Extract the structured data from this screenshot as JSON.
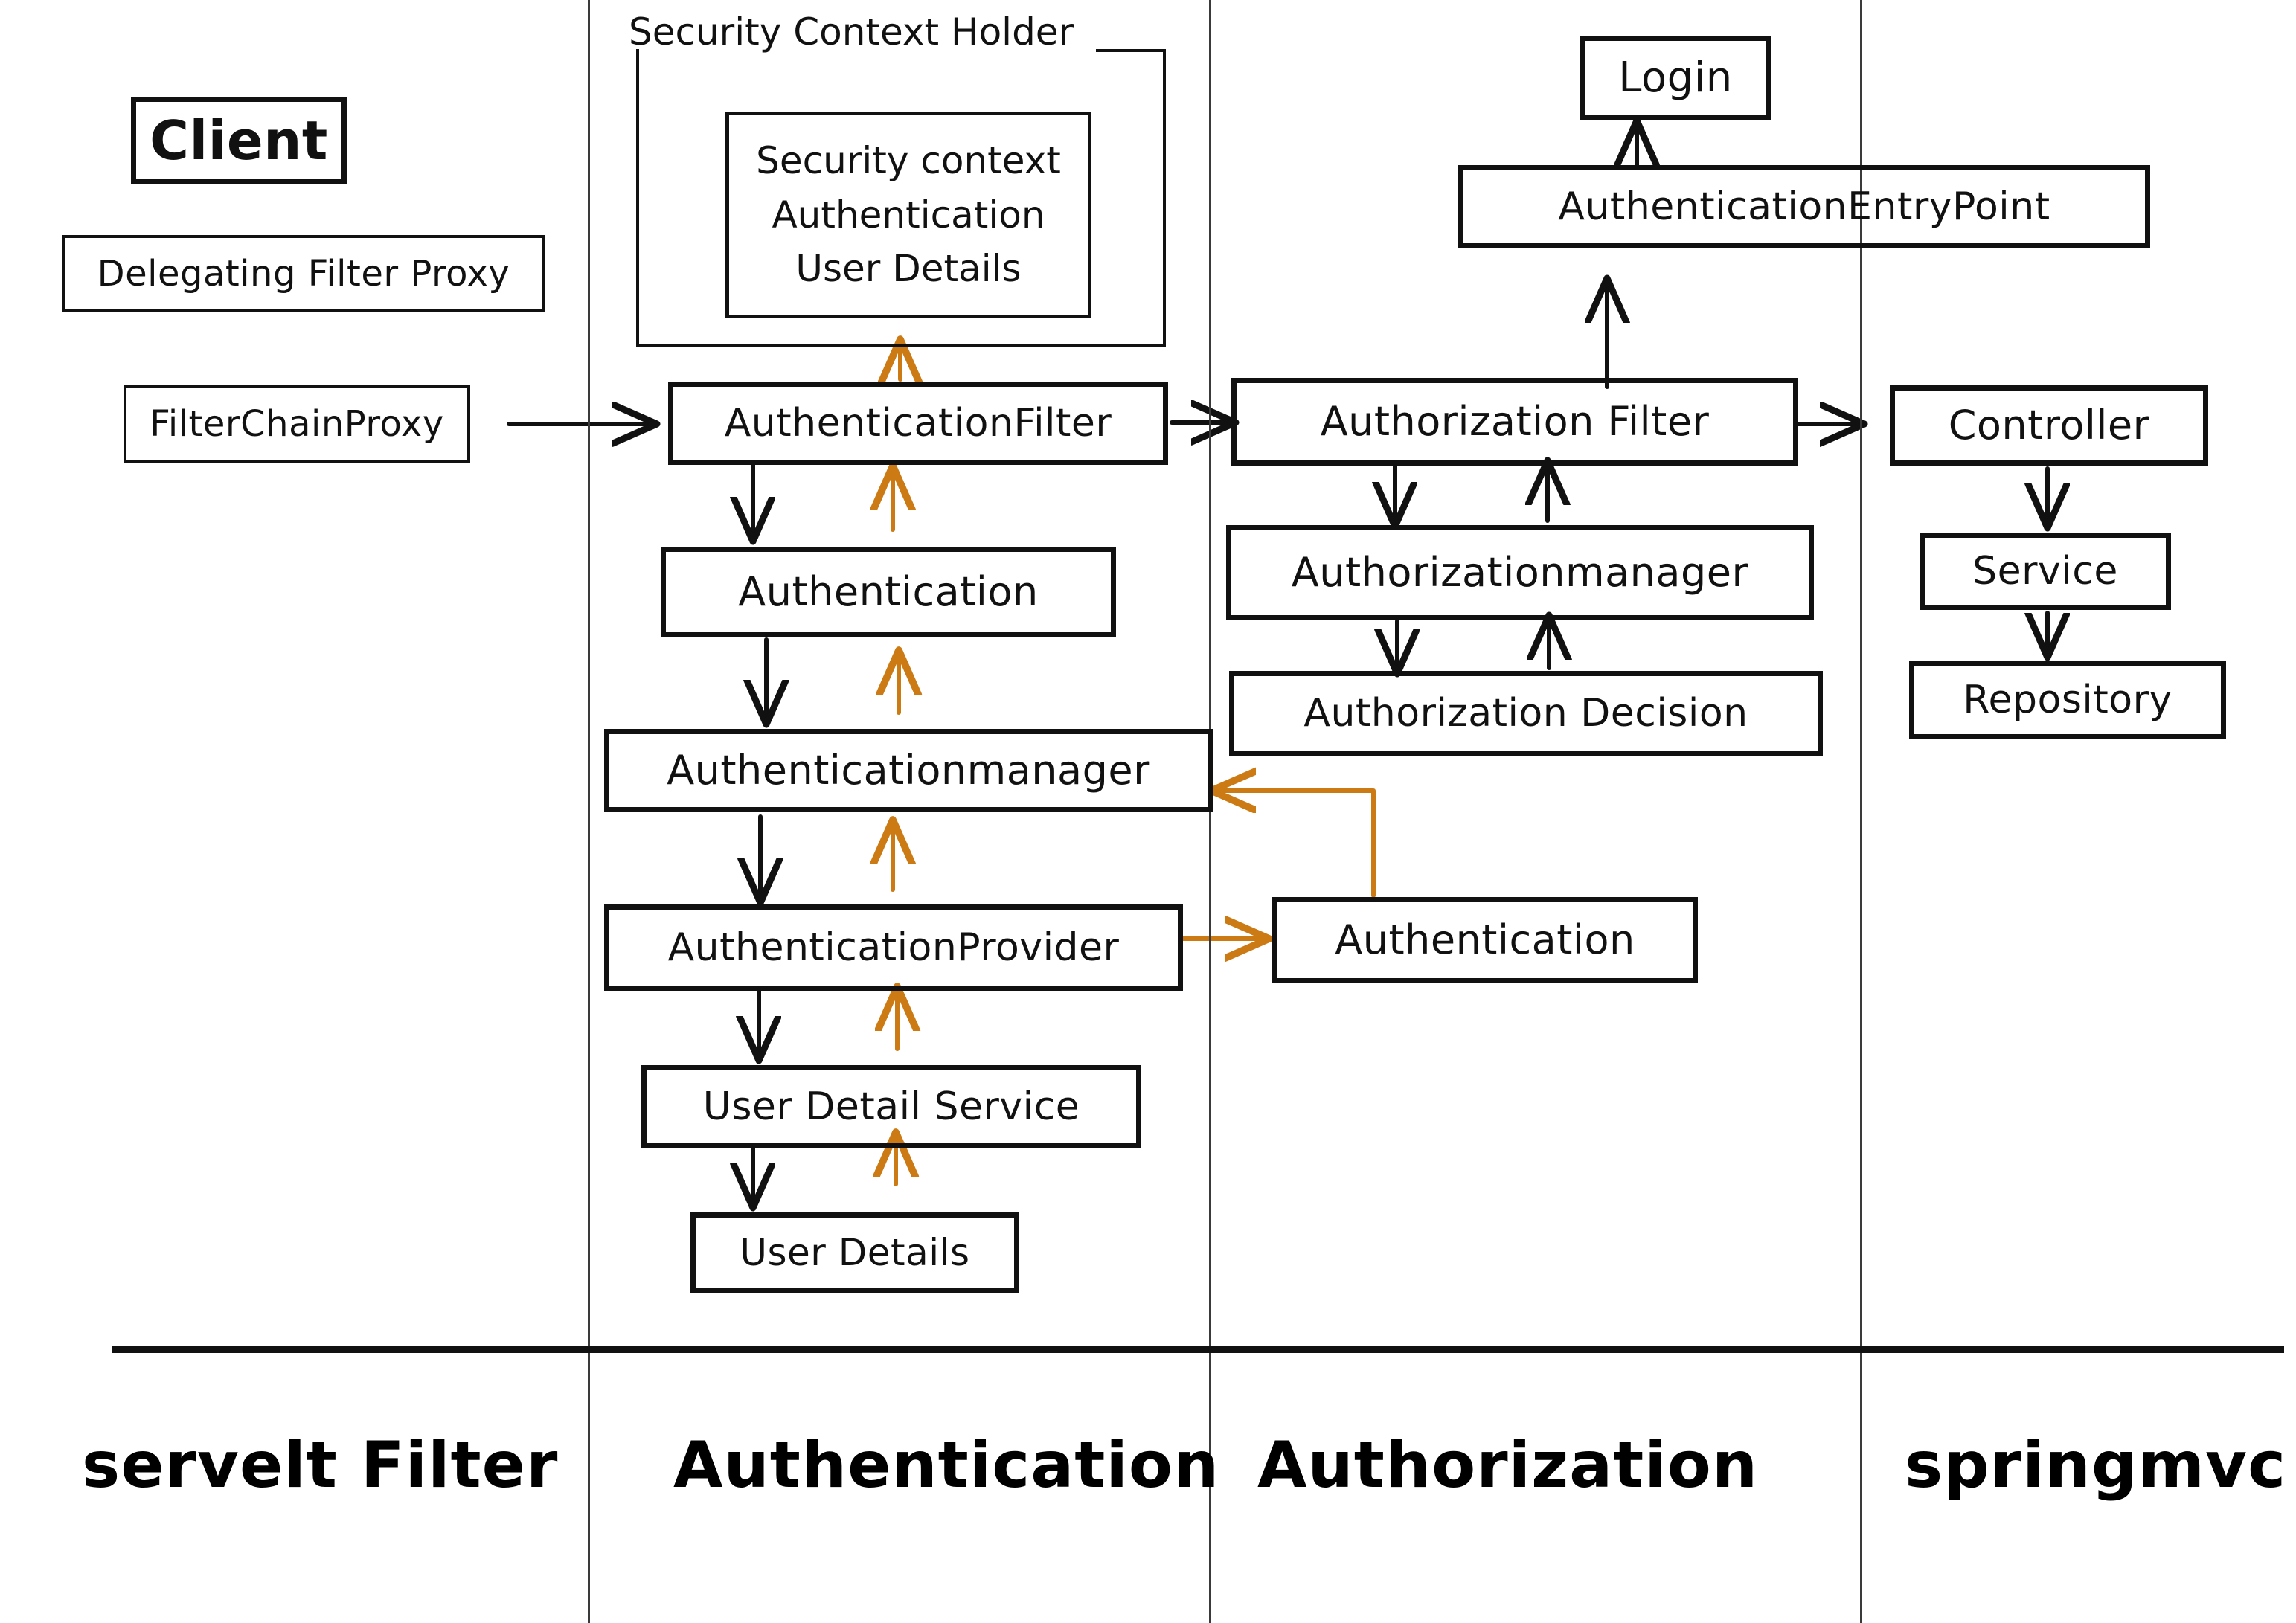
{
  "diagram": {
    "title": "Spring Security Architecture (hand-drawn whiteboard sketch)",
    "colors": {
      "ink": "#111111",
      "accent_orange": "#CC7A14",
      "divider": "#3a3a3a",
      "background": "#ffffff"
    },
    "columns": [
      {
        "id": "servlet-filter",
        "label": "servelt Filter"
      },
      {
        "id": "authentication",
        "label": "Authentication"
      },
      {
        "id": "authorization",
        "label": "Authorization"
      },
      {
        "id": "springmvc",
        "label": "springmvc"
      }
    ],
    "nodes": {
      "client": "Client",
      "delegating_filter_proxy": "Delegating Filter Proxy",
      "filter_chain_proxy": "FilterChainProxy",
      "security_context_holder": "Security Context Holder",
      "security_context": "Security context",
      "sch_authentication": "Authentication",
      "sch_user_details": "User Details",
      "authentication_filter": "AuthenticationFilter",
      "authentication": "Authentication",
      "authentication_manager": "Authenticationmanager",
      "authentication_provider": "AuthenticationProvider",
      "user_detail_service": "User Detail Service",
      "user_details": "User Details",
      "login": "Login",
      "authentication_entry_point": "AuthenticationEntryPoint",
      "authorization_filter": "Authorization Filter",
      "authorization_manager": "Authorizationmanager",
      "authorization_decision": "Authorization Decision",
      "authz_authentication": "Authentication",
      "controller": "Controller",
      "service": "Service",
      "repository": "Repository"
    }
  }
}
